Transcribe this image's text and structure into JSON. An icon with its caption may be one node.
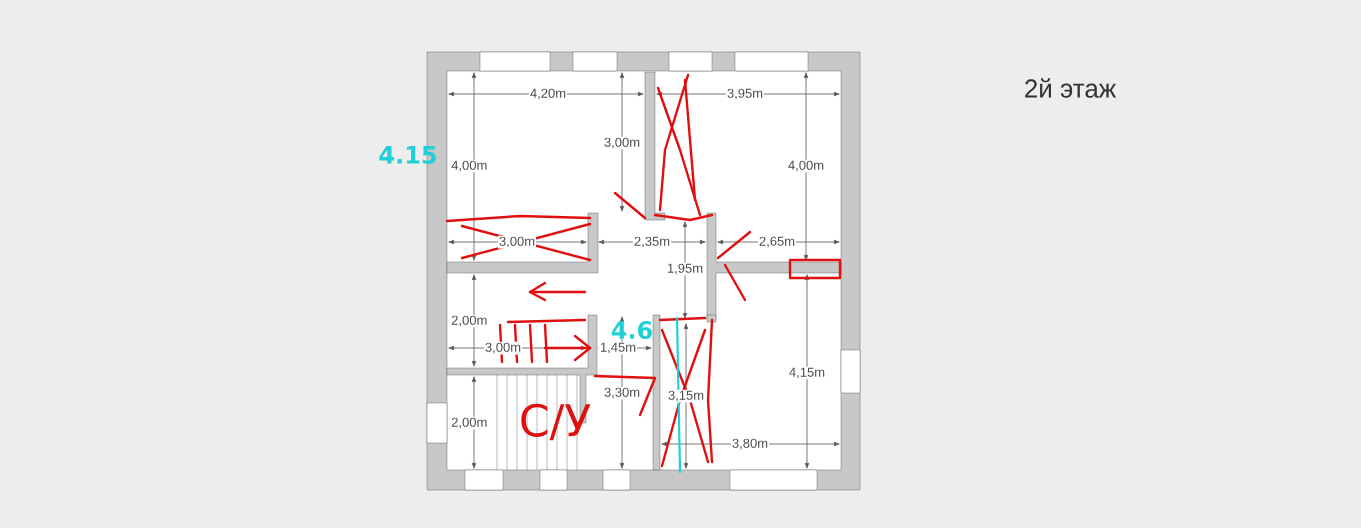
{
  "diagram": {
    "title": "2й этаж",
    "labels": [
      "4,20m",
      "3,95m",
      "3,00m",
      "4.15",
      "4,00m",
      "4,00m",
      "3,00m",
      "2,35m",
      "2,65m",
      "1,95m",
      "2,00m",
      "4.6",
      "3,00m",
      "1,45m",
      "3,30m",
      "3,15m",
      "4,15m",
      "2,00m",
      "С/У",
      "3,80m"
    ]
  }
}
